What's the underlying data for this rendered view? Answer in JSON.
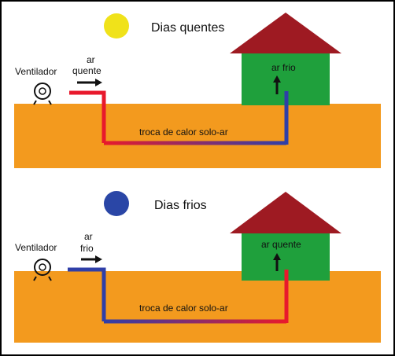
{
  "colors": {
    "ground": "#f39a1e",
    "house_wall": "#1fa03c",
    "roof": "#9e1a22",
    "sun_hot": "#f0e21a",
    "sun_cold": "#2a46a6",
    "pipe_hot": "#e8192c",
    "pipe_cold": "#2f3fa8"
  },
  "hot_panel": {
    "title": "Dias quentes",
    "sun_icon": "sun-icon",
    "fan_label": "Ventilador",
    "inlet_label_1": "ar",
    "inlet_label_2": "quente",
    "exchange_label": "troca de calor solo-ar",
    "outlet_label": "ar frio"
  },
  "cold_panel": {
    "title": "Dias frios",
    "sun_icon": "cold-circle-icon",
    "fan_label": "Ventilador",
    "inlet_label_1": "ar",
    "inlet_label_2": "frio",
    "exchange_label": "troca de calor solo-ar",
    "outlet_label": "ar quente"
  }
}
